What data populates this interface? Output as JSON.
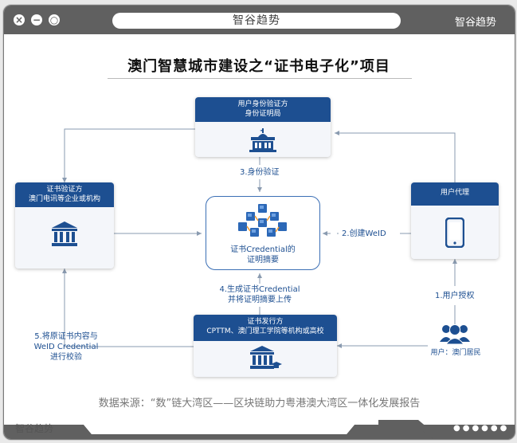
{
  "window": {
    "title": "智谷趋势",
    "brand_top": "智谷趋势",
    "brand_bottom": "智谷趋势"
  },
  "diagram": {
    "title": "澳门智慧城市建设之“证书电子化”项目",
    "center": {
      "line1": "证书Credential的",
      "line2": "证明摘要"
    },
    "nodes": {
      "identity": {
        "header1": "用户身份验证方",
        "header2": "身份证明局"
      },
      "verifier": {
        "header1": "证书验证方",
        "header2": "澳门电讯等企业或机构"
      },
      "agent": {
        "header1": "用户代理"
      },
      "issuer": {
        "header1": "证书发行方",
        "header2": "CPTTM、澳门理工学院等机构或高校"
      },
      "user": {
        "label": "用户：澳门居民"
      }
    },
    "steps": {
      "s1": "1.用户授权",
      "s2": "2.创建WeID",
      "s3": "3.身份验证",
      "s4a": "4.生成证书Credential",
      "s4b": "并将证明摘要上传",
      "s5a": "5.将原证书内容与",
      "s5b": "WeID Credential",
      "s5c": "进行校验"
    },
    "source": "数据来源：“数”链大湾区——区块链助力粤港澳大湾区一体化发展报告"
  },
  "colors": {
    "primary": "#1d4f91",
    "chrome": "#606060",
    "connector": "#8a9bb0"
  },
  "icons": {
    "close": "close-icon",
    "minimize": "minimize-icon",
    "maximize": "maximize-icon",
    "identity": "government-building-icon",
    "verifier": "bank-icon",
    "agent": "smartphone-icon",
    "issuer": "university-icon",
    "user": "users-icon",
    "center": "blockchain-cubes-icon"
  }
}
